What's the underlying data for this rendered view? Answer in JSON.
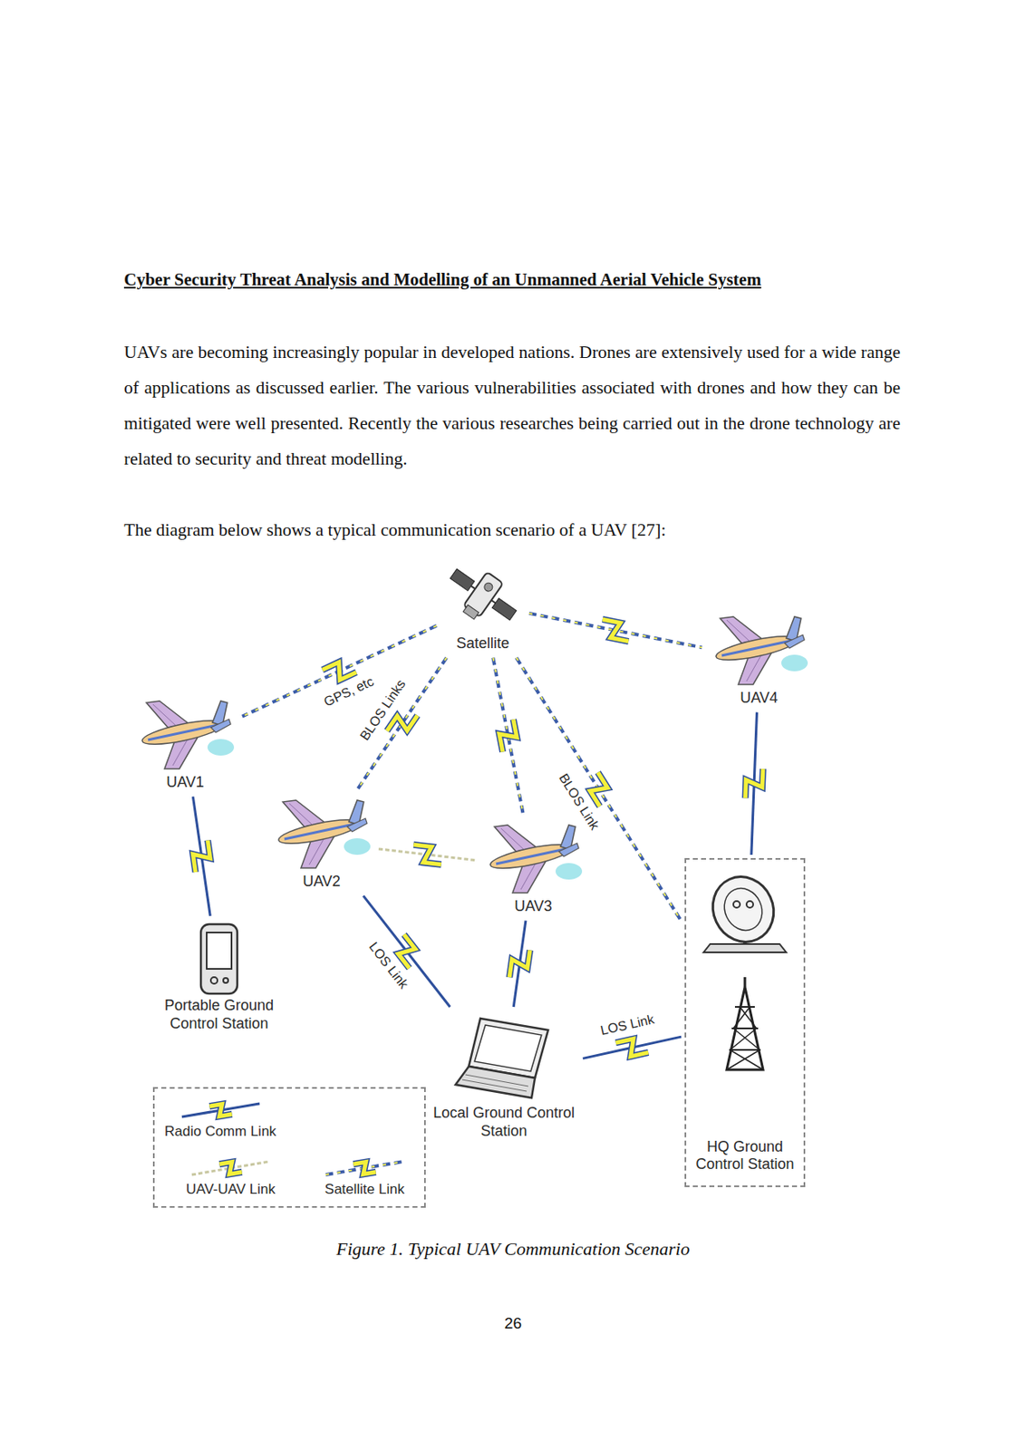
{
  "diagram": {
    "title": "Cyber Security Threat Analysis and Modelling of an Unmanned Aerial Vehicle System",
    "caption": "Figure 1. Typical UAV Communication Scenario",
    "nodes": [
      {
        "text": [
          "Satellite"
        ]
      },
      {
        "text": [
          "UAV4"
        ]
      },
      {
        "text": [
          "UAV1"
        ]
      },
      {
        "text": [
          "UAV2"
        ]
      },
      {
        "text": [
          "UAV3"
        ]
      },
      {
        "text": [
          "Portable Ground Control Station"
        ]
      },
      {
        "text": [
          "Local Ground Control Station"
        ]
      },
      {
        "text": [
          "HQ Ground Control Station"
        ]
      }
    ],
    "edges": [
      {
        "from": 0,
        "to": 2,
        "label": "GPS, etc",
        "arrow": "none"
      },
      {
        "from": 0,
        "to": 3,
        "label": "BLOS Links",
        "arrow": "none"
      },
      {
        "from": 0,
        "to": 4,
        "arrow": "none"
      },
      {
        "from": 0,
        "to": 7,
        "label": "BLOS Link",
        "arrow": "none"
      },
      {
        "from": 0,
        "to": 1,
        "arrow": "none"
      },
      {
        "from": 2,
        "to": 5,
        "arrow": "none"
      },
      {
        "from": 3,
        "to": 4,
        "arrow": "none"
      },
      {
        "from": 3,
        "to": 6,
        "label": "LOS Link",
        "arrow": "none"
      },
      {
        "from": 4,
        "to": 6,
        "arrow": "none"
      },
      {
        "from": 6,
        "to": 7,
        "label": "LOS Link",
        "arrow": "none"
      },
      {
        "from": 1,
        "to": 7,
        "arrow": "none"
      }
    ],
    "labels": [
      "UAVs are becoming increasingly popular in developed nations. Drones are extensively used for a wide range of applications as discussed earlier. The various vulnerabilities associated with drones and how they can be mitigated were well presented. Recently the various researches being carried out in the drone technology are related to security and threat modelling.",
      "The diagram below shows a typical communication scenario of a UAV [27]:",
      "26"
    ],
    "legend": [
      {
        "text": "Radio Comm Link"
      },
      {
        "text": "UAV-UAV Link"
      },
      {
        "text": "Satellite Link"
      }
    ]
  }
}
